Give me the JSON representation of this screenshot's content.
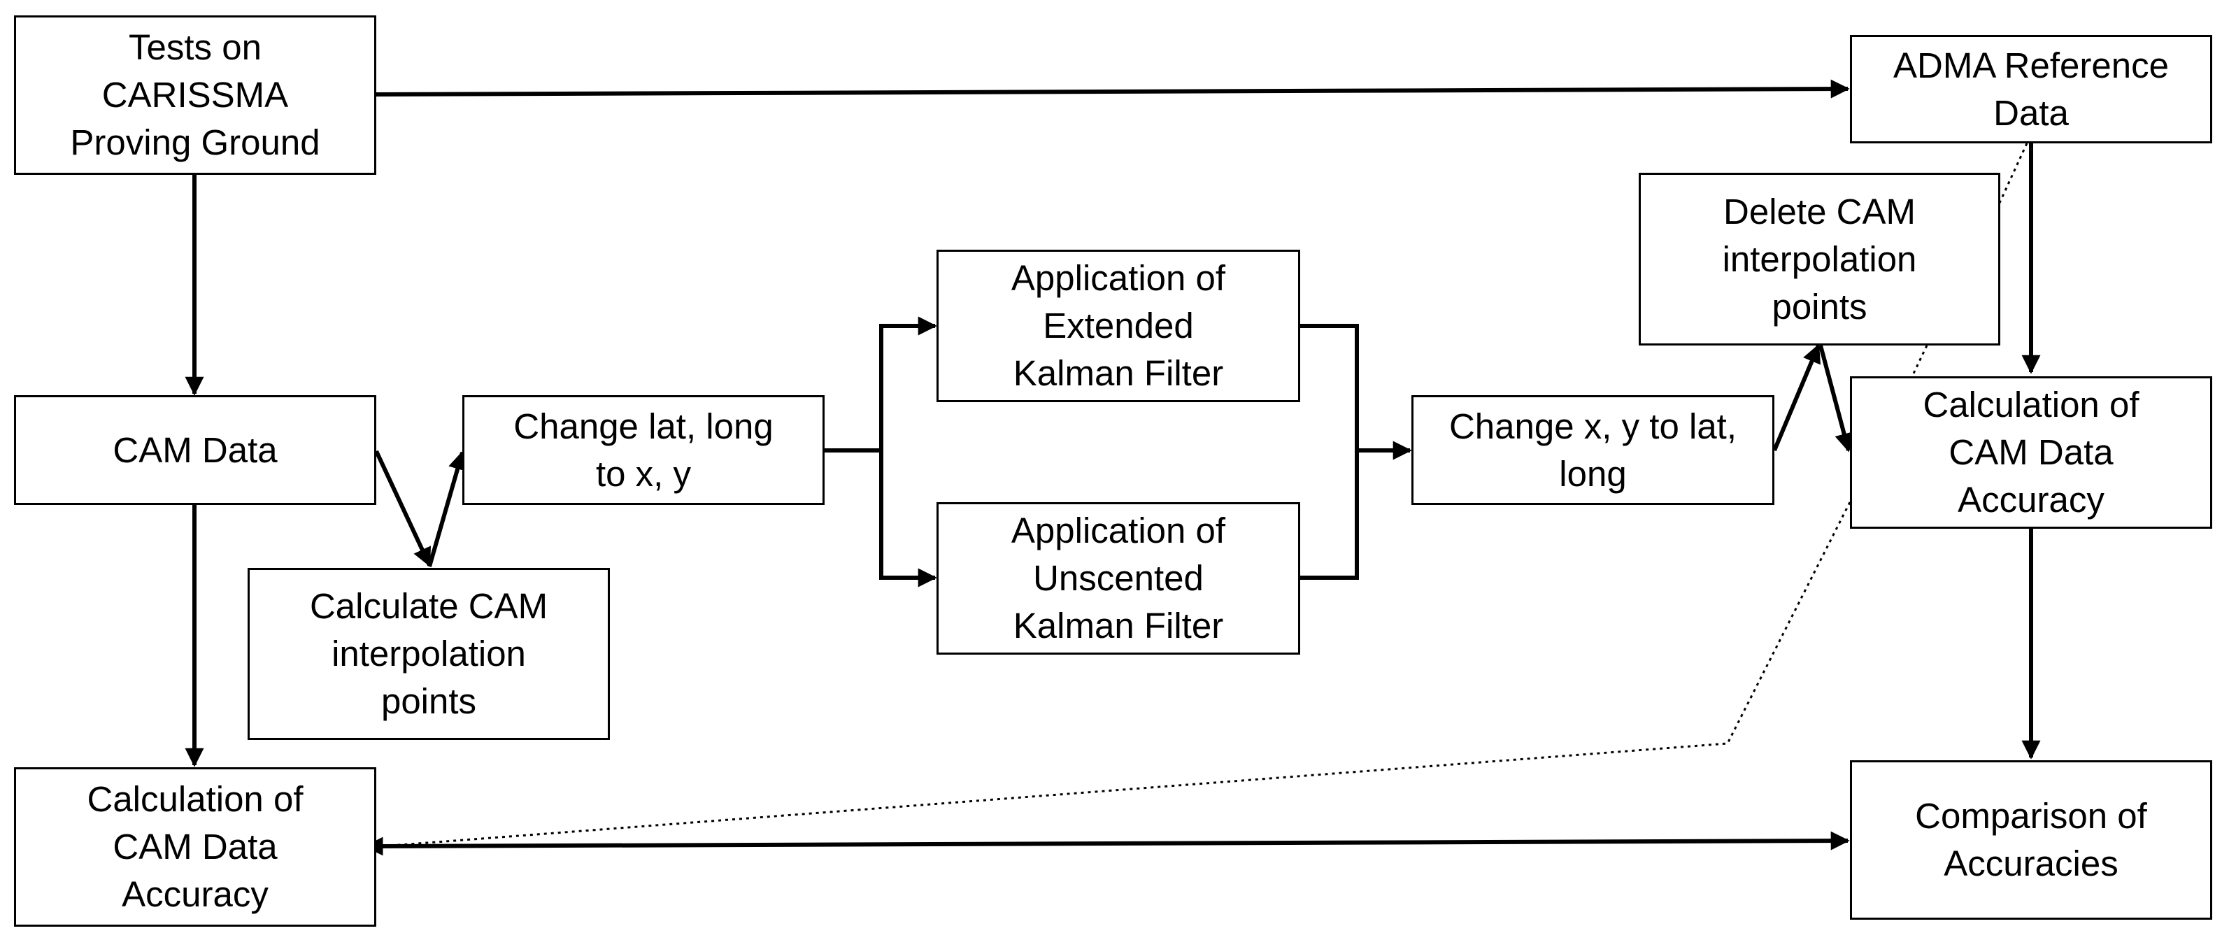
{
  "nodes": {
    "tests": "Tests on\nCARISSMA\nProving Ground",
    "adma": "ADMA Reference\nData",
    "cam_data": "CAM Data",
    "change_latlong": "Change lat, long\nto x, y",
    "calc_interp": "Calculate CAM\ninterpolation\npoints",
    "ekf": "Application of\nExtended\nKalman Filter",
    "ukf": "Application of\nUnscented\nKalman Filter",
    "change_xy": "Change x, y to lat,\nlong",
    "delete_interp": "Delete CAM\ninterpolation\npoints",
    "accuracy_right": "Calculation of\nCAM Data\nAccuracy",
    "accuracy_left": "Calculation of\nCAM Data\nAccuracy",
    "comparison": "Comparison of\nAccuracies"
  },
  "colors": {
    "stroke": "#000000",
    "background": "#ffffff"
  }
}
